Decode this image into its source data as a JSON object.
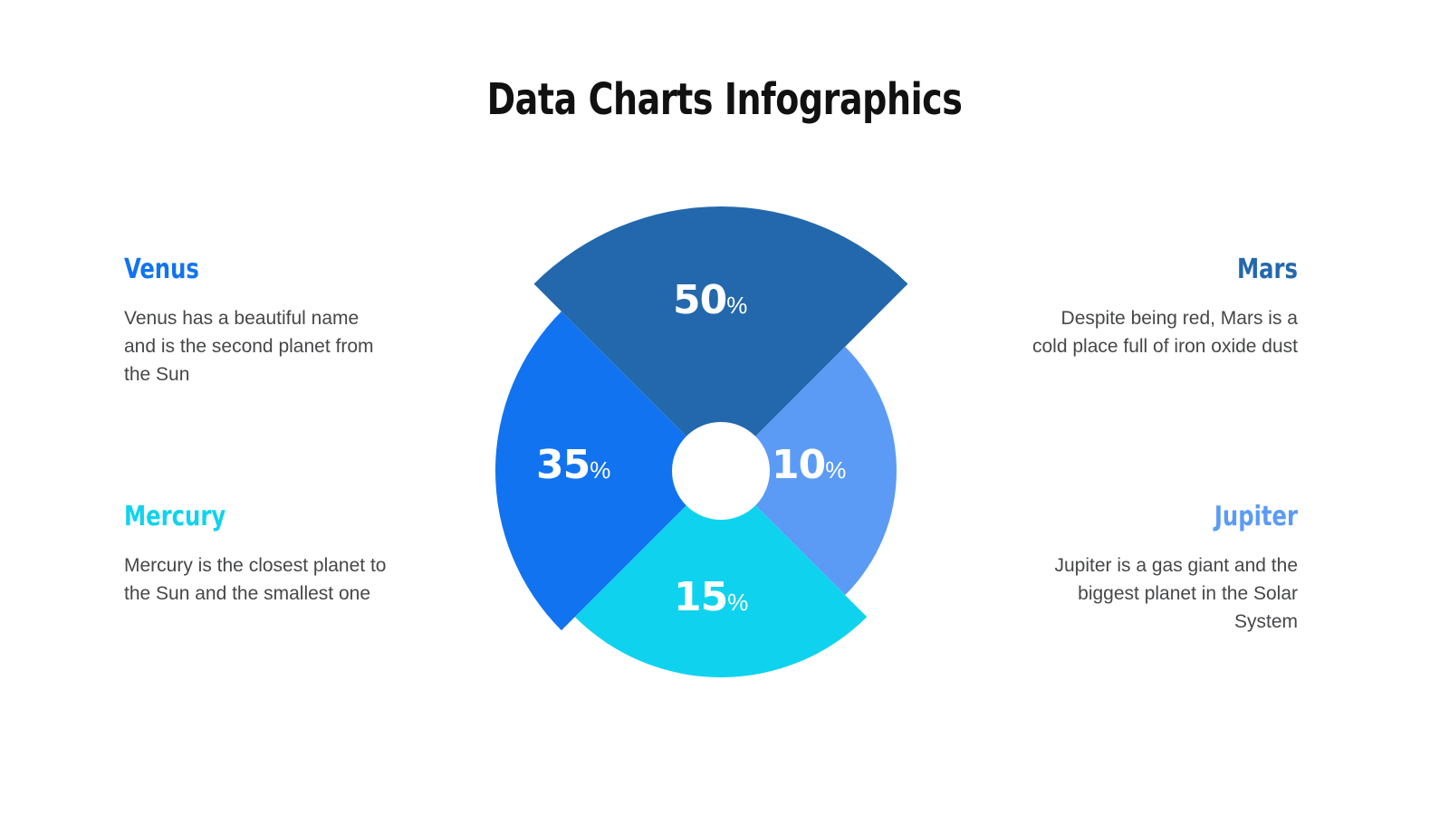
{
  "title": "Data Charts Infographics",
  "colors": {
    "mars_dark_blue": "#2368ac",
    "venus_blue": "#1273f0",
    "mercury_cyan": "#0fd3ee",
    "jupiter_light_blue": "#5b9bf5",
    "body_text": "#464749",
    "title_text": "#111111",
    "hole": "#ffffff",
    "background": "#ffffff"
  },
  "entries": {
    "venus": {
      "name": "Venus",
      "description": "Venus has a beautiful name and is the second planet from the Sun",
      "color": "#1273f0"
    },
    "mercury": {
      "name": "Mercury",
      "description": "Mercury is the closest planet to the Sun and the smallest one",
      "color": "#0fd3ee"
    },
    "mars": {
      "name": "Mars",
      "description": "Despite being red, Mars is a cold place full of iron oxide dust",
      "color": "#2368ac"
    },
    "jupiter": {
      "name": "Jupiter",
      "description": "Jupiter is a gas giant and the biggest planet in the Solar System",
      "color": "#5b9bf5"
    }
  },
  "labels": {
    "top": {
      "value": "50",
      "sign": "%"
    },
    "left": {
      "value": "35",
      "sign": "%"
    },
    "bottom": {
      "value": "15",
      "sign": "%"
    },
    "right": {
      "value": "10",
      "sign": "%"
    }
  },
  "chart_data": {
    "type": "pie",
    "title": "Data Charts Infographics",
    "subtype": "donut-quadrant-variable-radius",
    "categories": [
      "Mars",
      "Jupiter",
      "Mercury",
      "Venus"
    ],
    "values": [
      50,
      15,
      10,
      35
    ],
    "value_labels": [
      "50%",
      "15%",
      "10%",
      "35%"
    ],
    "colors": [
      "#2368ac",
      "#0fd3ee",
      "#5b9bf5",
      "#1273f0"
    ],
    "legend": [
      {
        "label": "Mars",
        "value": 50,
        "value_label": "50%",
        "color": "#2368ac",
        "position": "top",
        "radius": 292
      },
      {
        "label": "Jupiter",
        "value": 10,
        "value_label": "10%",
        "color": "#5b9bf5",
        "position": "right",
        "radius": 194
      },
      {
        "label": "Mercury",
        "value": 15,
        "value_label": "15%",
        "color": "#0fd3ee",
        "position": "bottom",
        "radius": 228
      },
      {
        "label": "Venus",
        "value": 35,
        "value_label": "35%",
        "color": "#1273f0",
        "position": "left",
        "radius": 249
      }
    ],
    "segments": [
      {
        "label": "50%",
        "start_angle_deg": 225,
        "end_angle_deg": 315,
        "radius": 292,
        "color": "#2368ac"
      },
      {
        "label": "10%",
        "start_angle_deg": 315,
        "end_angle_deg": 45,
        "radius": 194,
        "color": "#5b9bf5"
      },
      {
        "label": "15%",
        "start_angle_deg": 45,
        "end_angle_deg": 135,
        "radius": 228,
        "color": "#0fd3ee"
      },
      {
        "label": "35%",
        "start_angle_deg": 135,
        "end_angle_deg": 225,
        "radius": 249,
        "color": "#1273f0"
      }
    ],
    "inner_radius": 54,
    "center": [
      300,
      300
    ],
    "legend_position": "outside-left-right",
    "grid": false,
    "xlabel": "",
    "ylabel": ""
  }
}
